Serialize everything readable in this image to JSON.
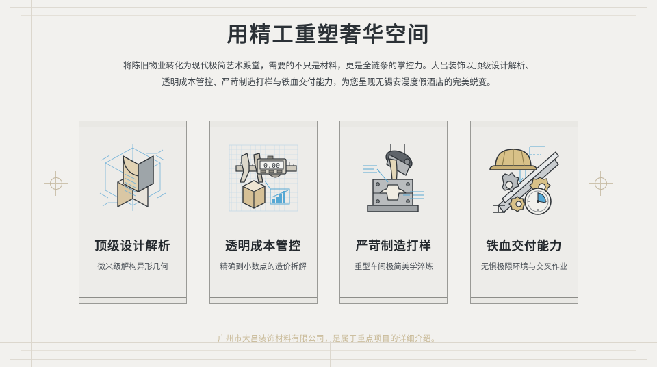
{
  "page": {
    "background_color": "#f2f1ee",
    "accent_color": "#c9bfa9",
    "title_color": "#2b3136"
  },
  "header": {
    "title": "用精工重塑奢华空间",
    "subtitle_line1": "将陈旧物业转化为现代极简艺术殿堂，需要的不只是材料，更是全链条的掌控力。大吕装饰以顶级设计解析、",
    "subtitle_line2": "透明成本管控、严苛制造打样与铁血交付能力，为您呈现无锡安漫度假酒店的完美蜕变。"
  },
  "cards": [
    {
      "icon": "isometric-building-blueprint-icon",
      "title": "顶级设计解析",
      "desc": "微米级解构异形几何"
    },
    {
      "icon": "digital-caliper-measuring-icon",
      "title": "透明成本管控",
      "desc": "精确到小数点的造价拆解",
      "display_value": "0.00"
    },
    {
      "icon": "foundry-ladle-pouring-mold-icon",
      "title": "严苛制造打样",
      "desc": "重型车间极简美学淬炼"
    },
    {
      "icon": "hardhat-steelbeam-gears-clock-icon",
      "title": "铁血交付能力",
      "desc": "无惧极限环境与交叉作业"
    }
  ],
  "decor": {
    "crosshair_left": "crosshair-target-icon",
    "crosshair_right": "crosshair-target-icon"
  },
  "footer": {
    "text": "广州市大吕装饰材料有限公司，是属于重点项目的详细介绍。"
  }
}
